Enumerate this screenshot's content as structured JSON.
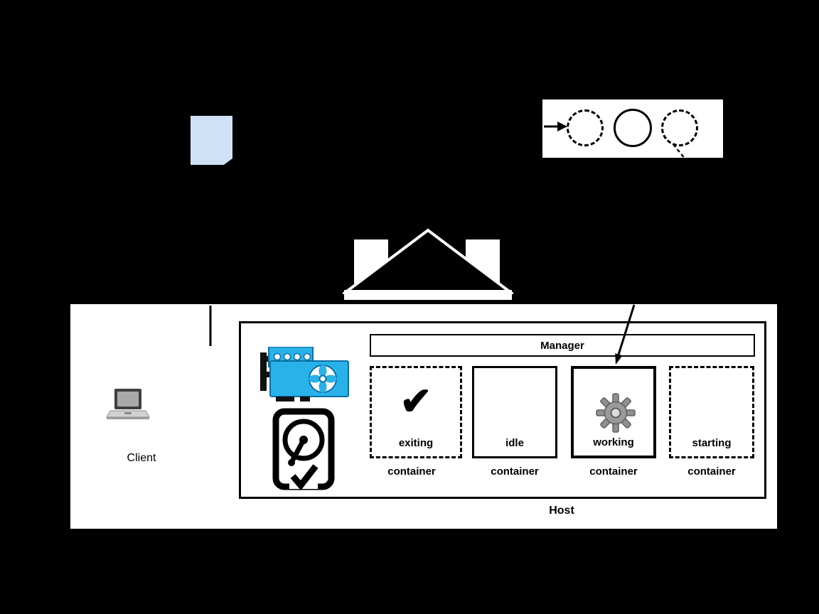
{
  "scene": {
    "client": {
      "label": "Client"
    },
    "manager": {
      "label": "Manager"
    },
    "host": {
      "label": "Host"
    },
    "containers": [
      {
        "state": "exiting",
        "caption": "container",
        "border": "dashed",
        "icon": "check-icon",
        "glyph": "✔"
      },
      {
        "state": "idle",
        "caption": "container",
        "border": "solid",
        "icon": ""
      },
      {
        "state": "working",
        "caption": "container",
        "border": "solid",
        "icon": "gear-icon"
      },
      {
        "state": "starting",
        "caption": "container",
        "border": "dashed",
        "icon": ""
      }
    ],
    "pool": {
      "circles": [
        "dashed-circle-icon",
        "solid-circle-icon",
        "dashed-circle-icon"
      ]
    },
    "icons": [
      "document-icon",
      "laptop-icon",
      "gpu-icon",
      "hard-disk-icon",
      "house-icon",
      "gear-icon",
      "check-icon",
      "arrow-icon"
    ],
    "colors": {
      "background": "#000000",
      "panel": "#ffffff",
      "document_blue": "#cfe1f5",
      "gpu_blue": "#29b1ea",
      "gpu_blue_dark": "#0e6fa3",
      "gear_gray": "#909090"
    }
  }
}
